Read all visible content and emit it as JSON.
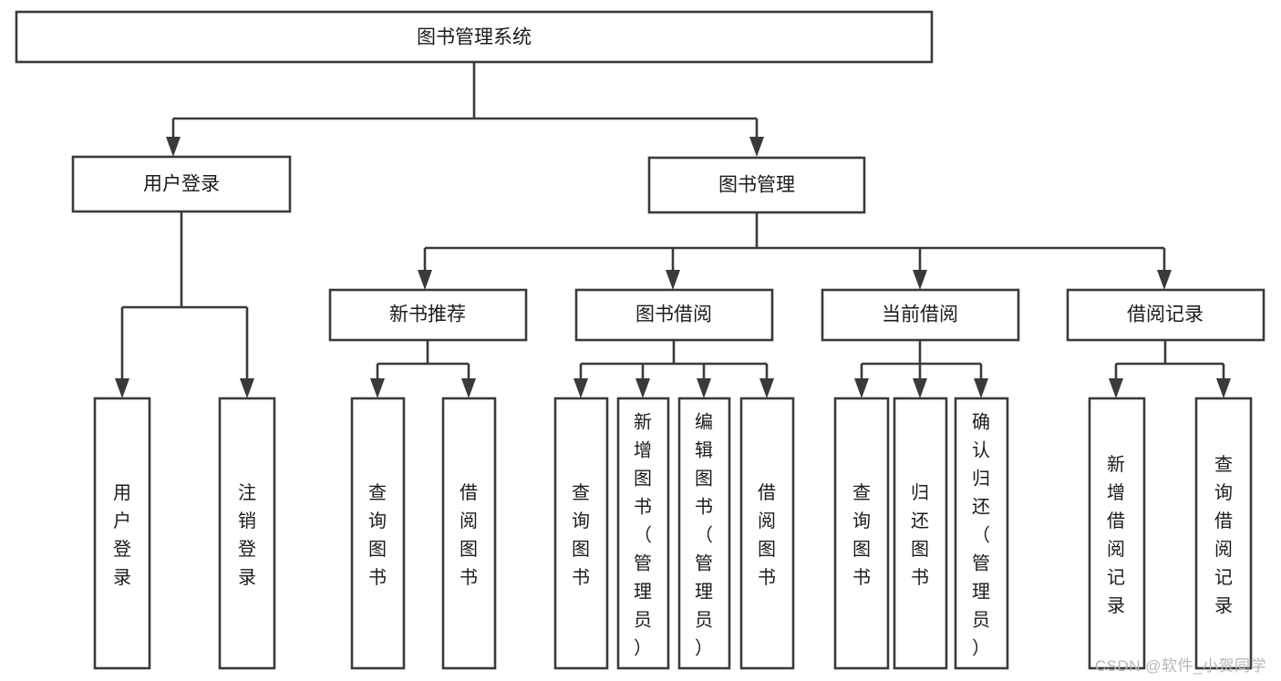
{
  "diagram": {
    "type": "tree",
    "title": "图书管理系统",
    "watermark": "CSDN @软件_小贺同学",
    "orientation": "top-down",
    "colors": {
      "box_fill": "#ffffff",
      "box_stroke": "#3a3a3a",
      "text": "#1b1b1b",
      "watermark": "#b7b7b7",
      "background": "#ffffff"
    },
    "nodes": {
      "root": {
        "label": "图书管理系统"
      },
      "level1": [
        {
          "label": "用户登录"
        },
        {
          "label": "图书管理"
        }
      ],
      "level2_user_login": [
        {
          "label": "用户登录"
        },
        {
          "label": "注销登录"
        }
      ],
      "level2_book_mgmt": [
        {
          "label": "新书推荐"
        },
        {
          "label": "图书借阅"
        },
        {
          "label": "当前借阅"
        },
        {
          "label": "借阅记录"
        }
      ],
      "level3_new_book": [
        {
          "label": "查询图书"
        },
        {
          "label": "借阅图书"
        }
      ],
      "level3_borrow": [
        {
          "label": "查询图书"
        },
        {
          "label": "新增图书（管理员）"
        },
        {
          "label": "编辑图书（管理员）"
        },
        {
          "label": "借阅图书"
        }
      ],
      "level3_current": [
        {
          "label": "查询图书"
        },
        {
          "label": "归还图书"
        },
        {
          "label": "确认归还（管理员）"
        }
      ],
      "level3_record": [
        {
          "label": "新增借阅记录"
        },
        {
          "label": "查询借阅记录"
        }
      ]
    }
  }
}
